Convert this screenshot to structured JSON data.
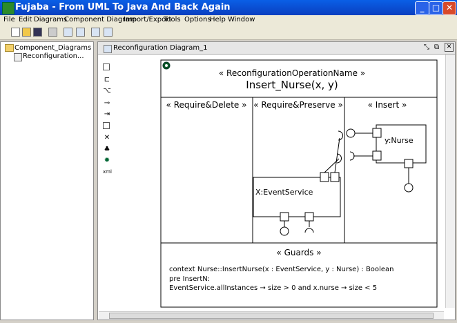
{
  "window": {
    "title": "Fujaba - From UML To Java And Back Again"
  },
  "menu": [
    {
      "label": "File",
      "u": "F"
    },
    {
      "label": "Edit",
      "u": "E"
    },
    {
      "label": "Diagrams",
      "u": "D"
    },
    {
      "label": "Component Diagram",
      "u": "C"
    },
    {
      "label": "Import/Export",
      "u": "I"
    },
    {
      "label": "Tools",
      "u": "T"
    },
    {
      "label": "Options",
      "u": "O"
    },
    {
      "label": "Help",
      "u": "H"
    },
    {
      "label": "Window",
      "u": "W"
    }
  ],
  "tree": {
    "root": "Component_Diagrams",
    "child": "Reconfiguration..."
  },
  "diagram": {
    "tab_title": "Reconfiguration Diagram_1",
    "stereotype": "« ReconfigurationOperationName »",
    "operation": "Insert_Nurse(x, y)",
    "col1": "« Require&Delete »",
    "col2": "« Require&Preserve »",
    "col3": "« Insert »",
    "component_x": "X:EventService",
    "component_y": "y:Nurse",
    "guards_title": "« Guards »",
    "guards_line1": "context Nurse::InsertNurse(x : EventService, y : Nurse) : Boolean",
    "guards_line2": "pre InsertN:",
    "guards_line3": "EventService.allInstances → size > 0 and x.nurse → size < 5"
  },
  "colors": {
    "titlebar": "#0a4fd6",
    "chrome": "#ece9d8"
  }
}
